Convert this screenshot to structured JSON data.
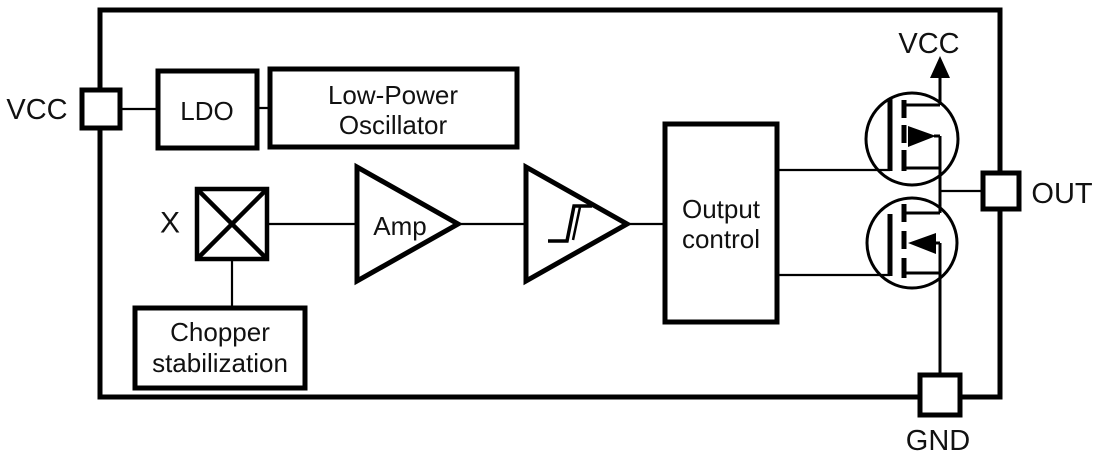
{
  "diagram": {
    "kind": "ic-block-diagram",
    "pins": {
      "vcc_left": "VCC",
      "vcc_top": "VCC",
      "out": "OUT",
      "gnd": "GND"
    },
    "blocks": {
      "ldo": {
        "label": "LDO"
      },
      "oscillator": {
        "line1": "Low-Power",
        "line2": "Oscillator"
      },
      "amp": {
        "label": "Amp"
      },
      "output_control": {
        "line1": "Output",
        "line2": "control"
      },
      "chopper": {
        "line1": "Chopper",
        "line2": "stabilization"
      },
      "multiplier": {
        "label": "X"
      }
    },
    "icons": {
      "vcc_arrow": "up-arrow",
      "multiplier": "boxed-x-cross",
      "schmitt": "hysteresis-step",
      "high_side_transistor": "mosfet-symbol",
      "low_side_transistor": "mosfet-symbol"
    },
    "colors": {
      "line": "#000000",
      "background": "#ffffff",
      "text": "#111111"
    }
  }
}
